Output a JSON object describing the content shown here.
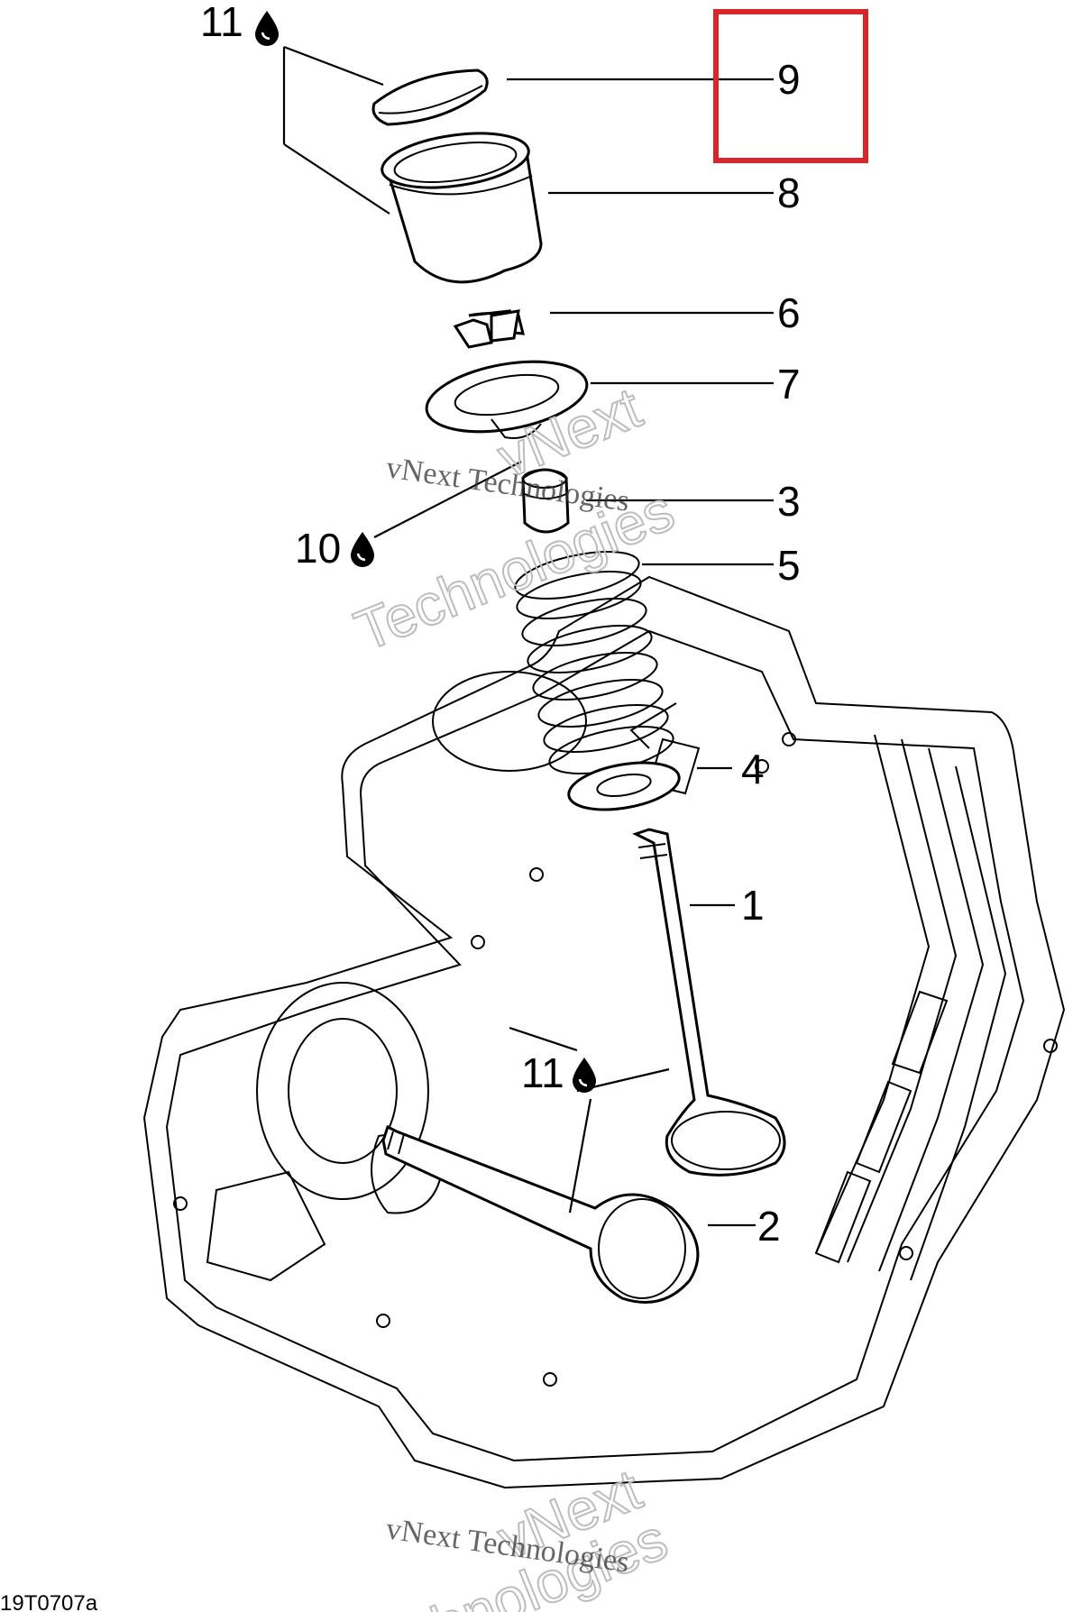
{
  "callouts": {
    "c1": "1",
    "c2": "2",
    "c3": "3",
    "c4": "4",
    "c5": "5",
    "c6": "6",
    "c7": "7",
    "c8": "8",
    "c9": "9",
    "c10": "10",
    "c11_top": "11",
    "c11_mid": "11"
  },
  "drawing_code": "19T0707a",
  "watermark": {
    "text_serif": "vNext Technologies",
    "text_line1": "vNext",
    "text_line2": "Technologies"
  },
  "icons": {
    "oil_drop": "oil-drop-icon"
  },
  "highlight": {
    "target_callout": "9",
    "color": "#d9262c"
  }
}
